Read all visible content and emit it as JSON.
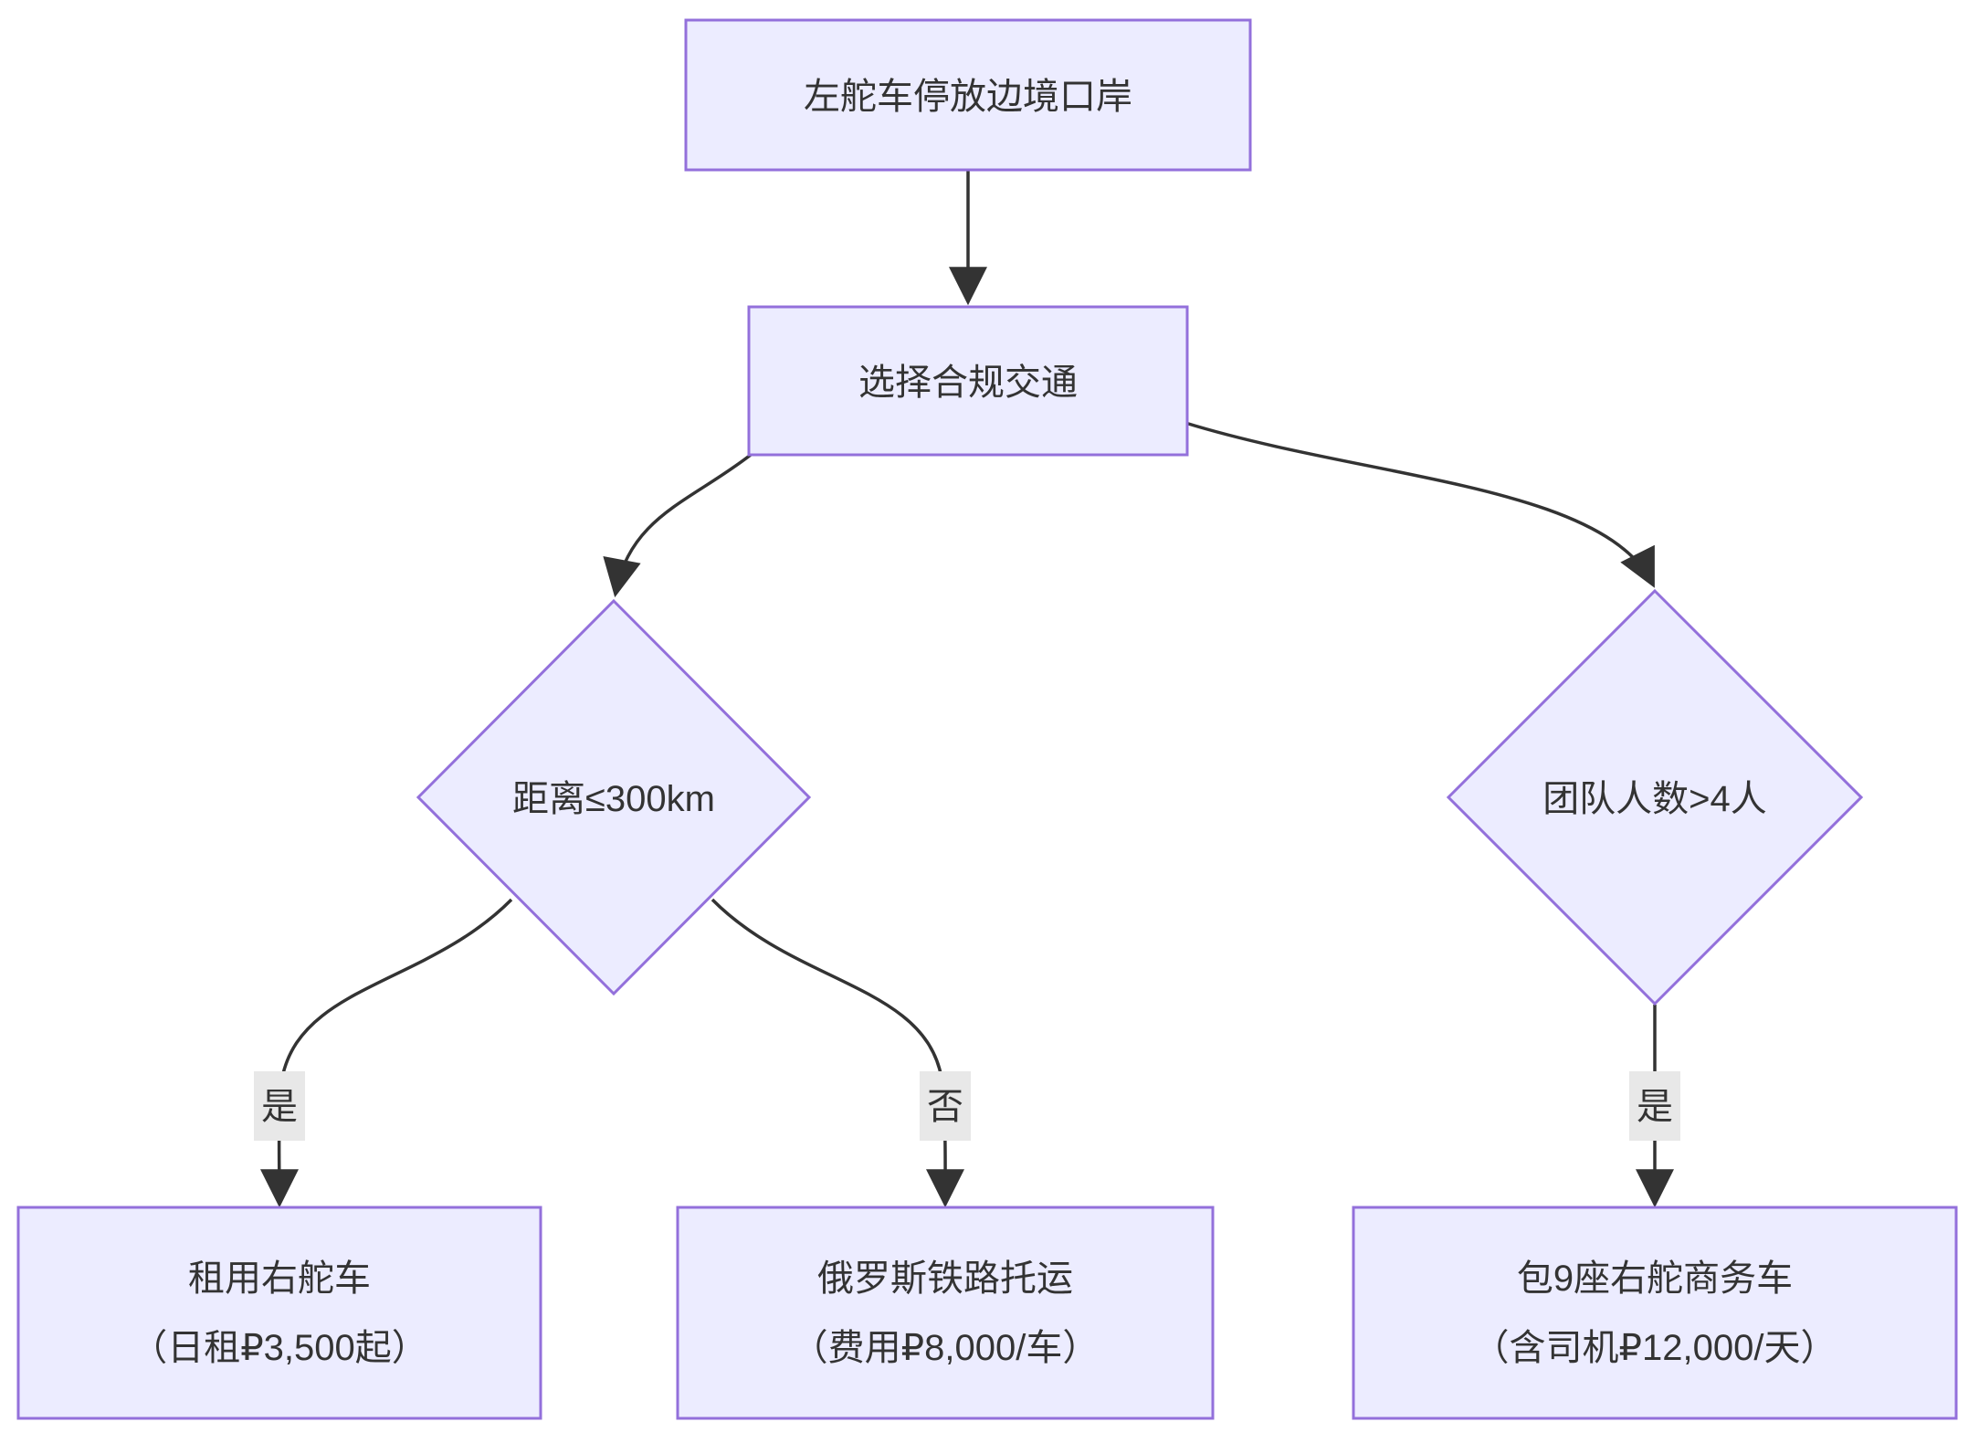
{
  "diagram": {
    "type": "flowchart",
    "direction": "top-down",
    "nodes": {
      "start": {
        "shape": "rect",
        "label": "左舵车停放边境口岸"
      },
      "choose": {
        "shape": "rect",
        "label": "选择合规交通"
      },
      "distance": {
        "shape": "diamond",
        "label": "距离≤300km"
      },
      "team": {
        "shape": "diamond",
        "label": "团队人数>4人"
      },
      "rent": {
        "shape": "rect",
        "line1": "租用右舵车",
        "line2": "（日租₽3,500起）"
      },
      "rail": {
        "shape": "rect",
        "line1": "俄罗斯铁路托运",
        "line2": "（费用₽8,000/车）"
      },
      "charter": {
        "shape": "rect",
        "line1": "包9座右舵商务车",
        "line2": "（含司机₽12,000/天）"
      }
    },
    "edge_labels": {
      "distance_yes": "是",
      "distance_no": "否",
      "team_yes": "是"
    },
    "colors": {
      "node-fill": "#ECECFF",
      "node-border": "#9370DB",
      "edge-line": "#333333",
      "edge-label-bg": "#e8e8e8",
      "text": "#333333"
    }
  }
}
